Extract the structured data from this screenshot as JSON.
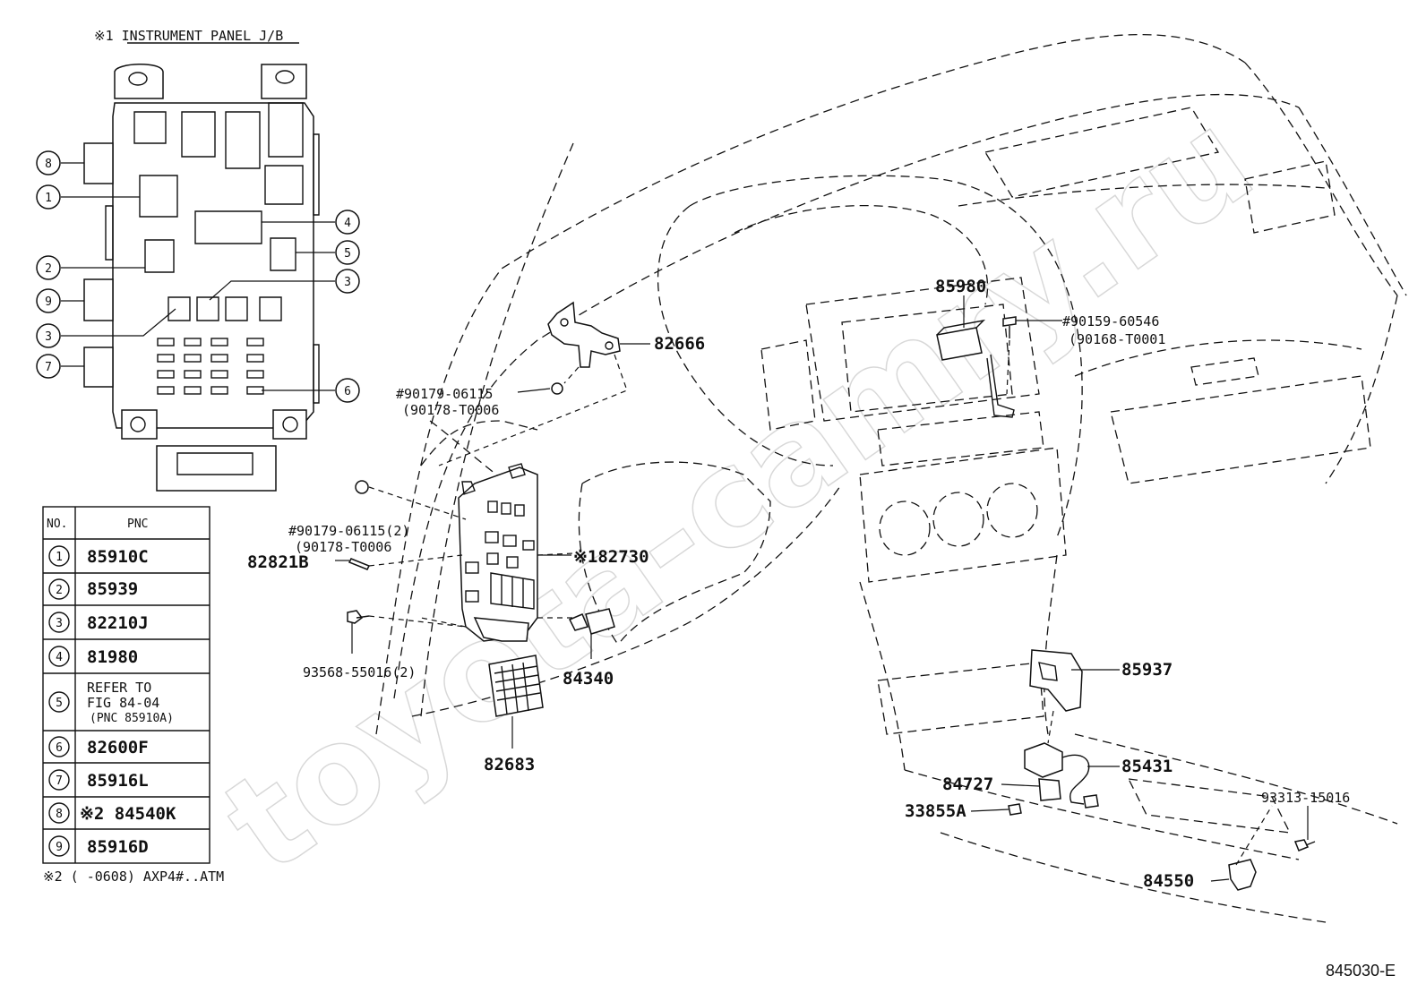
{
  "watermark": "toyota-camry.ru",
  "jb_title": "※1 INSTRUMENT PANEL J/B",
  "jb_callouts": [
    "8",
    "1",
    "4",
    "5",
    "2",
    "3",
    "9",
    "3",
    "7",
    "6"
  ],
  "table": {
    "headers": [
      "NO.",
      "PNC"
    ],
    "rows": [
      {
        "no": "1",
        "pnc": "85910C"
      },
      {
        "no": "2",
        "pnc": "85939"
      },
      {
        "no": "3",
        "pnc": "82210J"
      },
      {
        "no": "4",
        "pnc": "81980"
      },
      {
        "no": "5",
        "pnc": "REFER TO",
        "pnc2": "FIG 84-04",
        "pnc3": "(PNC 85910A)"
      },
      {
        "no": "6",
        "pnc": "82600F"
      },
      {
        "no": "7",
        "pnc": "85916L"
      },
      {
        "no": "8",
        "pnc": "※2 84540K"
      },
      {
        "no": "9",
        "pnc": "85916D"
      }
    ],
    "footnote": "※2 (    -0608) AXP4#..ATM"
  },
  "labels": {
    "p82666": "82666",
    "p90179a": "#90179-06115",
    "p90178a": "(90178-T0006",
    "p90179b": "#90179-06115(2)",
    "p90178b": "(90178-T0006",
    "p82821B": "82821B",
    "p82730": "※182730",
    "p93568": "93568-55016(2)",
    "p84340": "84340",
    "p82683": "82683",
    "p85980": "85980",
    "p90159": "#90159-60546",
    "p90168": "(90168-T0001",
    "p85937": "85937",
    "p85431": "85431",
    "p84727": "84727",
    "p33855A": "33855A",
    "p93313": "93313-15016",
    "p84550": "84550"
  },
  "figure_id": "845030-E"
}
